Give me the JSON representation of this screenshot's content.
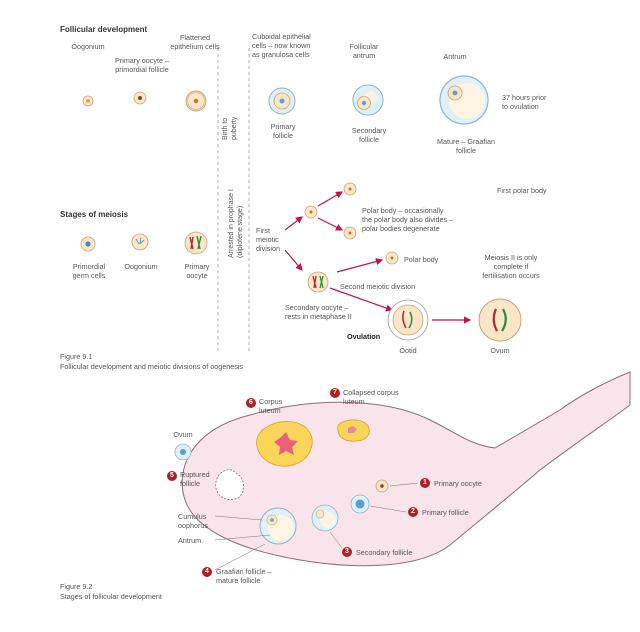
{
  "colors": {
    "arrow": "#c0144c",
    "ovary_fill": "#f8e4ea",
    "ovary_stroke": "#8a6a7a",
    "badge": "#b01e23",
    "cell_fill": "#fbe6c8",
    "cell_stroke": "#c9a070",
    "granulosa": "#dff0f7",
    "luteum": "#f9d55a"
  },
  "figure1": {
    "heading_follicular": "Follicular development",
    "heading_meiosis": "Stages of meiosis",
    "labels": {
      "oogonium": "Oogonium",
      "primary_oocyte_primordial": "Primary oocyte –\nprimordial follicle",
      "flattened": "Flattened\nepithelium cells",
      "cuboidal": "Cuboidal epithelial\ncells – now known\nas granulosa cells",
      "follicular_antrum": "Follicular\nantrum",
      "antrum": "Antrum",
      "hours": "37 hours prior\nto ovulation",
      "primary_follicle": "Primary\nfollicle",
      "secondary_follicle": "Secondary\nfollicle",
      "mature_graafian": "Mature – Graafian\nfollicle",
      "birth_to_puberty": "Birth to\npuberty",
      "arrested": "Arrested in prophase I\n(diplotene stage)",
      "primordial_germ": "Primordial\ngerm cells",
      "oogonium2": "Oogonium",
      "primary_oocyte": "Primary\noocyte",
      "first_meiotic": "First\nmeiotic\ndivision",
      "polar_body_occ": "Polar body – occasionally\nthe polar body also divides –\npolar bodies degenerate",
      "first_polar_body": "First polar body",
      "polar_body": "Polar body",
      "second_meiotic": "Second meiotic division",
      "meiosis_ii": "Meiosis II is only\ncomplete if\nfertilisation occurs",
      "secondary_oocyte": "Secondary oocyte –\nrests in metaphase II",
      "ovulation": "Ovulation",
      "ootid": "Ootid",
      "ovum": "Ovum"
    },
    "caption_title": "Figure 9.1",
    "caption_text": "Follicular development and meiotic divisions of oogenesis"
  },
  "figure2": {
    "labels": {
      "corpus_luteum": "Corpus\nluteum",
      "collapsed": "Collapsed corpus\nluteum",
      "ovum": "Ovum",
      "ruptured": "Ruptured\nfollicle",
      "primary_oocyte": "Primary oocyte",
      "primary_follicle": "Primary follicle",
      "cumulus": "Cumulus\noophorus",
      "antrum": "Antrum",
      "secondary_follicle": "Secondary follicle",
      "graafian": "Graafian follicle –\nmature follicle"
    },
    "numbers": [
      "1",
      "2",
      "3",
      "4",
      "5",
      "6",
      "7"
    ],
    "caption_title": "Figure 9.2",
    "caption_text": "Stages of follicular development"
  }
}
